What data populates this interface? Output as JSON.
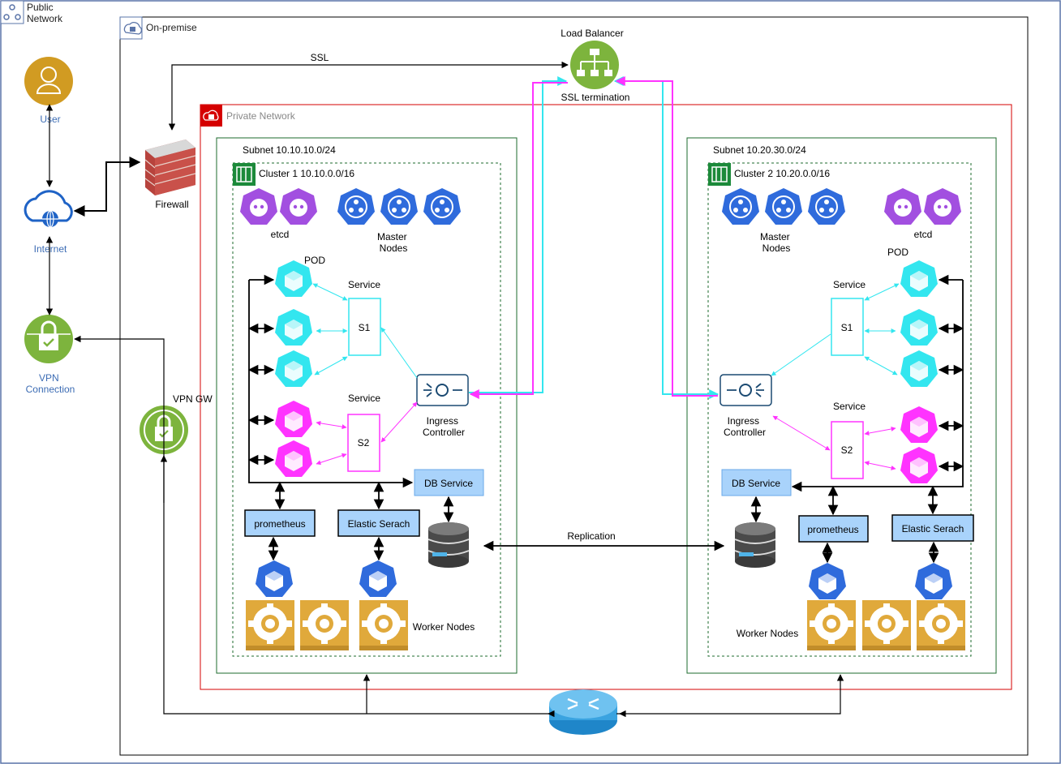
{
  "zones": {
    "public_network": "Public\nNetwork",
    "on_premise": "On-premise",
    "private_network": "Private Network",
    "subnet1": "Subnet 10.10.10.0/24",
    "subnet2": "Subnet 10.20.30.0/24",
    "cluster1": "Cluster 1  10.10.0.0/16",
    "cluster2": "Cluster 2  10.20.0.0/16"
  },
  "left": {
    "user": "User",
    "internet": "Internet",
    "vpn_connection": "VPN\nConnection",
    "firewall": "Firewall",
    "vpn_gw": "VPN GW"
  },
  "top": {
    "load_balancer": "Load Balancer",
    "ssl_termination": "SSL termination",
    "ssl": "SSL"
  },
  "cluster1": {
    "etcd": "etcd",
    "master_nodes": "Master\nNodes",
    "pod": "POD",
    "service1": "Service",
    "service2": "Service",
    "s1": "S1",
    "s2": "S2",
    "ingress": "Ingress\nController",
    "db_service": "DB Service",
    "prometheus": "prometheus",
    "elastic": "Elastic Serach",
    "worker_nodes": "Worker Nodes"
  },
  "cluster2": {
    "etcd": "etcd",
    "master_nodes": "Master\nNodes",
    "pod": "POD",
    "service1": "Service",
    "service2": "Service",
    "s1": "S1",
    "s2": "S2",
    "ingress": "Ingress\nController",
    "db_service": "DB Service",
    "prometheus": "prometheus",
    "elastic": "Elastic Serach",
    "worker_nodes": "Worker Nodes"
  },
  "replication": "Replication",
  "colors": {
    "cyan": "#33e6ef",
    "magenta": "#ff33ff",
    "k8s_blue": "#2f6bdc",
    "etcd_purple": "#a24fe0",
    "node_gold": "#e0a93b",
    "green_icon": "#7db43d",
    "service_box": "#a9d3fb",
    "private_red": "#d50000",
    "subnet_green": "#1c6b2c"
  }
}
